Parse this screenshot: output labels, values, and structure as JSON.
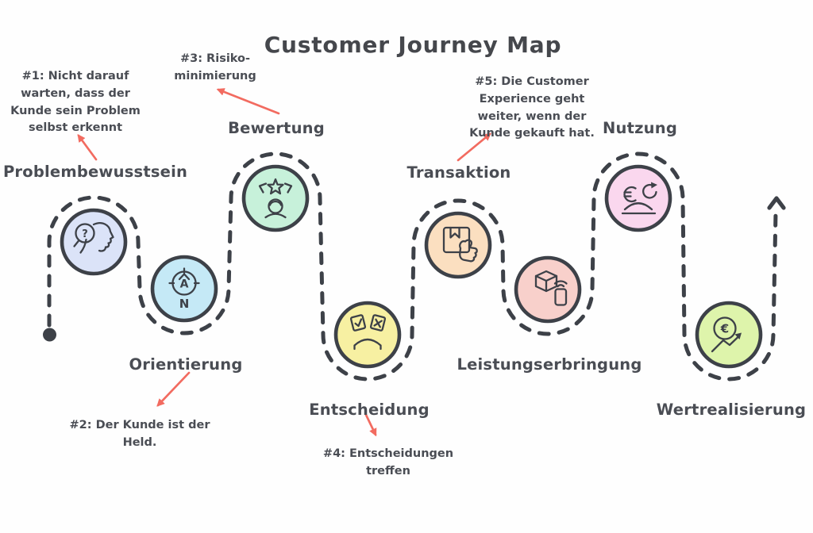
{
  "title": "Customer Journey Map",
  "colors": {
    "line": "#3d4148",
    "text": "#4a4d54",
    "annotation_arrow": "#f26b60",
    "background": "#fefefe"
  },
  "stages": [
    {
      "label": "Problembewusstsein",
      "icon": "head-question-search-icon",
      "color": "#dbe3f8"
    },
    {
      "label": "Orientierung",
      "icon": "compass-icon",
      "color": "#c5e9f6"
    },
    {
      "label": "Bewertung",
      "icon": "customer-review-stars-icon",
      "color": "#c7f1da"
    },
    {
      "label": "Entscheidung",
      "icon": "decision-ballots-icon",
      "color": "#f7f0a2"
    },
    {
      "label": "Transaktion",
      "icon": "package-thumbs-up-icon",
      "color": "#fbdfc0"
    },
    {
      "label": "Leistungserbringung",
      "icon": "delivery-box-phone-icon",
      "color": "#f8d0cb"
    },
    {
      "label": "Nutzung",
      "icon": "service-refresh-icon",
      "color": "#fad7ee"
    },
    {
      "label": "Wertrealisierung",
      "icon": "euro-growth-icon",
      "color": "#def4ab"
    }
  ],
  "glyphs": {
    "question_mark": "?",
    "compass_a": "A",
    "compass_n": "N",
    "euro": "€"
  },
  "annotations": [
    {
      "id": "1",
      "lines": [
        "#1: Nicht darauf",
        "warten, dass der",
        "Kunde sein Problem",
        "selbst erkennt"
      ]
    },
    {
      "id": "2",
      "lines": [
        "#2: Der Kunde ist der",
        "Held."
      ]
    },
    {
      "id": "3",
      "lines": [
        "#3: Risiko-",
        "minimierung"
      ]
    },
    {
      "id": "4",
      "lines": [
        "#4: Entscheidungen",
        "treffen"
      ]
    },
    {
      "id": "5",
      "lines": [
        "#5: Die Customer",
        "Experience geht",
        "weiter, wenn der",
        "Kunde gekauft hat."
      ]
    }
  ]
}
